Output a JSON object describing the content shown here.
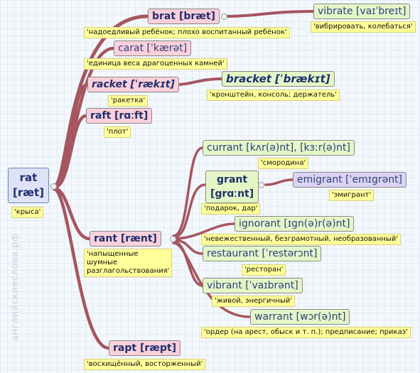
{
  "watermark": "английскиеслова.рф",
  "root": {
    "line1": "rat",
    "line2": "[ræt]",
    "note": "'крыса'"
  },
  "brat": {
    "label": "brat [bræt]",
    "note": "'надоедливый ребёнок; плохо воспитанный ребёнок'"
  },
  "vibrate": {
    "label": "vibrate [vaɪˈbreɪt]",
    "note": "'вибрировать, колебаться'"
  },
  "carat": {
    "label": "carat [ˈkærət]",
    "note": "'единица веса драгоценных камней'"
  },
  "racket": {
    "label": "racket [ˈrækɪt]",
    "note": "'ракетка'"
  },
  "bracket": {
    "label": "bracket [ˈbrækɪt]",
    "note": "'кронштейн, консоль; держатель'"
  },
  "raft": {
    "label": "raft [rɑːft]",
    "note": "'плот'"
  },
  "currant": {
    "label": "currant [kʌr(ə)nt], [kɜːr(ə)nt]",
    "note": "'смородина'"
  },
  "grant": {
    "line1": "grant",
    "line2": "[grɑːnt]",
    "note": "'подарок, дар'"
  },
  "emigrant": {
    "label": "emigrant [ˈemɪgrənt]",
    "note": "'эмигрант'"
  },
  "rant": {
    "label": "rant [rænt]",
    "note": "'напыщенные шумные разглагольствования'"
  },
  "ignorant": {
    "label": "ignorant [ɪgn(ə)r(ə)nt]",
    "note": "'невежественный, безграмотный, необразованный'"
  },
  "restaurant": {
    "label": "restaurant [ˈrestərɔnt]",
    "note": "'ресторан'"
  },
  "vibrant": {
    "label": "vibrant [ˈvaɪbrənt]",
    "note": "'живой, энергичный'"
  },
  "warrant": {
    "label": "warrant [wɔr(ə)nt]",
    "note": "'ордер (на арест, обыск и т. п.); предписание; приказ'"
  },
  "rapt": {
    "label": "rapt [ræpt]",
    "note": "'восхищённый, восторженный'"
  }
}
